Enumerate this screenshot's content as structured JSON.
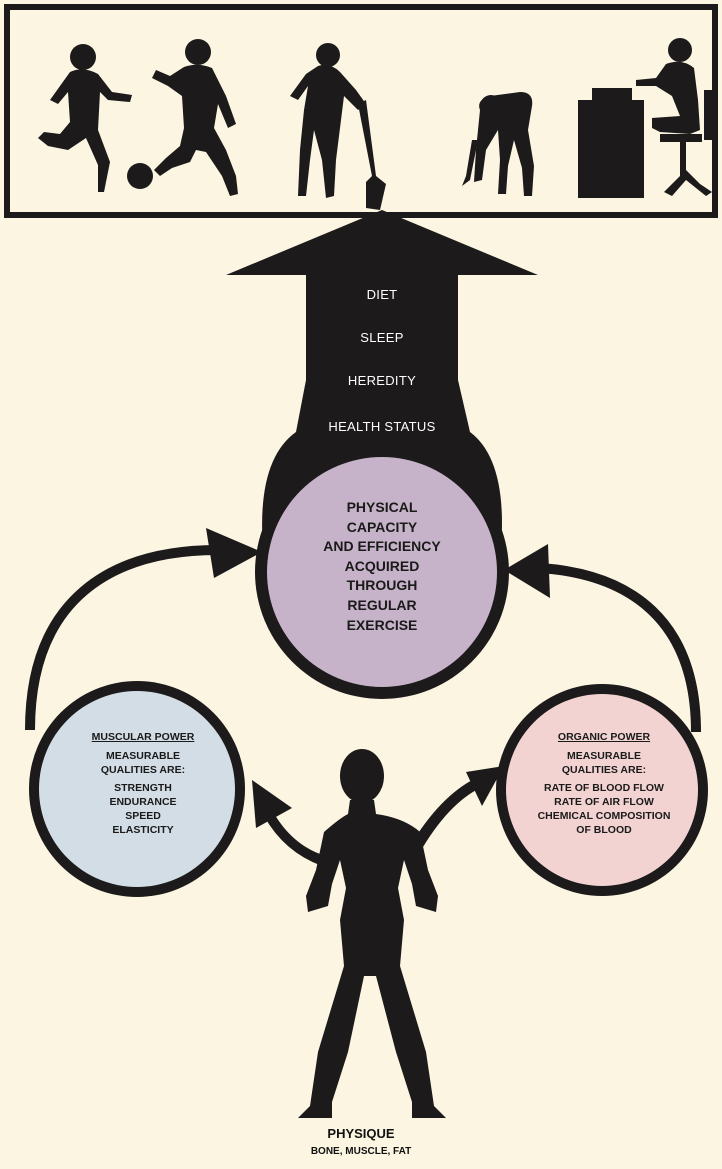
{
  "arrow_labels": [
    "DIET",
    "SLEEP",
    "HEREDITY",
    "HEALTH STATUS"
  ],
  "center_circle": {
    "text": "PHYSICAL CAPACITY AND EFFICIENCY ACQUIRED THROUGH REGULAR EXERCISE",
    "lines": [
      "PHYSICAL",
      "CAPACITY",
      "AND EFFICIENCY",
      "ACQUIRED",
      "THROUGH",
      "REGULAR",
      "EXERCISE"
    ],
    "fill": "#c7b3c9"
  },
  "left_circle": {
    "title": "MUSCULAR POWER",
    "subtitle_lines": [
      "MEASURABLE",
      "QUALITIES ARE:"
    ],
    "items": [
      "STRENGTH",
      "ENDURANCE",
      "SPEED",
      "ELASTICITY"
    ],
    "fill": "#d3dde6"
  },
  "right_circle": {
    "title": "ORGANIC POWER",
    "subtitle_lines": [
      "MEASURABLE",
      "QUALITIES ARE:"
    ],
    "items": [
      "RATE OF BLOOD FLOW",
      "RATE OF AIR FLOW",
      "CHEMICAL COMPOSITION",
      "OF BLOOD"
    ],
    "fill": "#f2d3d2"
  },
  "footer": {
    "title": "PHYSIQUE",
    "subtitle": "BONE, MUSCLE, FAT"
  },
  "icons": [
    "soccer-players-silhouette",
    "digging-man-silhouette",
    "stretching-man-silhouette",
    "desk-worker-silhouette",
    "standing-man-silhouette"
  ],
  "colors": {
    "background": "#fbf5e2",
    "ink": "#1c1a1a"
  }
}
